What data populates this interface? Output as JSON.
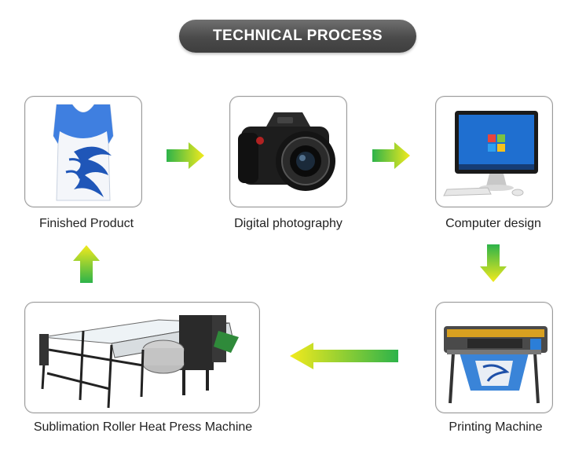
{
  "title": "TECHNICAL PROCESS",
  "steps": {
    "finished": {
      "label": "Finished Product",
      "icon": "tank-top-image"
    },
    "photo": {
      "label": "Digital photography",
      "icon": "camera-image"
    },
    "design": {
      "label": "Computer design",
      "icon": "computer-image"
    },
    "printing": {
      "label": "Printing Machine",
      "icon": "printer-image"
    },
    "sublimation": {
      "label": "Sublimation Roller Heat Press Machine",
      "icon": "heat-press-image"
    }
  },
  "colors": {
    "arrow_start": "#2db34a",
    "arrow_end": "#f2ea1d",
    "title_bg": "#4a4a4a"
  }
}
